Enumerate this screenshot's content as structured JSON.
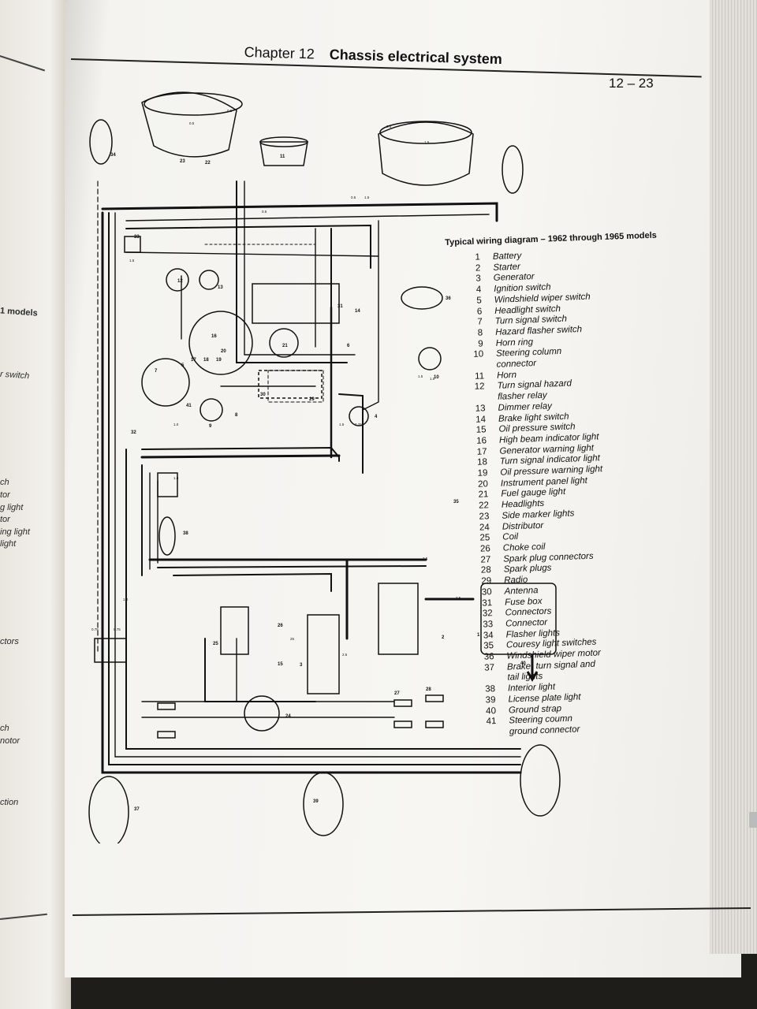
{
  "header": {
    "chapter": "Chapter 12",
    "title": "Chassis electrical system",
    "page_number": "12 – 23"
  },
  "left_page_fragments": [
    "1 models",
    "r switch",
    "ch",
    "tor",
    "g light",
    "tor",
    "ing light",
    "light",
    "ctors",
    "ch",
    "notor",
    "ction"
  ],
  "diagram": {
    "title": "Typical wiring diagram – 1962 through 1965 models",
    "callouts": [
      "34",
      "33",
      "23",
      "22",
      "11",
      "36",
      "21",
      "20",
      "13",
      "12",
      "7",
      "41",
      "9",
      "8",
      "5",
      "6",
      "4",
      "32",
      "30",
      "29",
      "10",
      "35",
      "38",
      "26",
      "25",
      "15",
      "3",
      "2",
      "1",
      "40",
      "27",
      "28",
      "24",
      "37",
      "39",
      "14",
      "16",
      "17",
      "18",
      "19",
      "31"
    ],
    "wire_labels": [
      "0.5",
      "0.5",
      "0.5",
      "0.5",
      "1.5",
      "1.5",
      "0.75",
      "0.75",
      "1.5",
      "2.5",
      "1.0",
      "1.5",
      "0.75",
      "1.0",
      "1.0",
      "0.5",
      "2.5",
      "2.5",
      "1.5",
      "1.0",
      "25"
    ],
    "legend": [
      {
        "num": "1",
        "label": "Battery"
      },
      {
        "num": "2",
        "label": "Starter"
      },
      {
        "num": "3",
        "label": "Generator"
      },
      {
        "num": "4",
        "label": "Ignition switch"
      },
      {
        "num": "5",
        "label": "Windshield wiper switch"
      },
      {
        "num": "6",
        "label": "Headlight switch"
      },
      {
        "num": "7",
        "label": "Turn signal switch"
      },
      {
        "num": "8",
        "label": "Hazard flasher switch"
      },
      {
        "num": "9",
        "label": "Horn ring"
      },
      {
        "num": "10",
        "label": "Steering column\nconnector"
      },
      {
        "num": "11",
        "label": "Horn"
      },
      {
        "num": "12",
        "label": "Turn signal hazard\nflasher relay"
      },
      {
        "num": "13",
        "label": "Dimmer relay"
      },
      {
        "num": "14",
        "label": "Brake light switch"
      },
      {
        "num": "15",
        "label": "Oil pressure switch"
      },
      {
        "num": "16",
        "label": "High beam indicator light"
      },
      {
        "num": "17",
        "label": "Generator warning light"
      },
      {
        "num": "18",
        "label": "Turn signal indicator light"
      },
      {
        "num": "19",
        "label": "Oil pressure warning light"
      },
      {
        "num": "20",
        "label": "Instrument panel light"
      },
      {
        "num": "21",
        "label": "Fuel gauge light"
      },
      {
        "num": "22",
        "label": "Headlights"
      },
      {
        "num": "23",
        "label": "Side marker lights"
      },
      {
        "num": "24",
        "label": "Distributor"
      },
      {
        "num": "25",
        "label": "Coil"
      },
      {
        "num": "26",
        "label": "Choke coil"
      },
      {
        "num": "27",
        "label": "Spark plug connectors"
      },
      {
        "num": "28",
        "label": "Spark plugs"
      },
      {
        "num": "29",
        "label": "Radio"
      },
      {
        "num": "30",
        "label": "Antenna"
      },
      {
        "num": "31",
        "label": "Fuse box"
      },
      {
        "num": "32",
        "label": "Connectors"
      },
      {
        "num": "33",
        "label": "Connector"
      },
      {
        "num": "34",
        "label": "Flasher lights"
      },
      {
        "num": "35",
        "label": "Couresy light switches"
      },
      {
        "num": "36",
        "label": "Windshield wiper motor"
      },
      {
        "num": "37",
        "label": "Brake, turn signal and\ntail lights"
      },
      {
        "num": "38",
        "label": "Interior light"
      },
      {
        "num": "39",
        "label": "License plate light"
      },
      {
        "num": "40",
        "label": "Ground strap"
      },
      {
        "num": "41",
        "label": "Steering coumn\nground connector"
      }
    ]
  }
}
